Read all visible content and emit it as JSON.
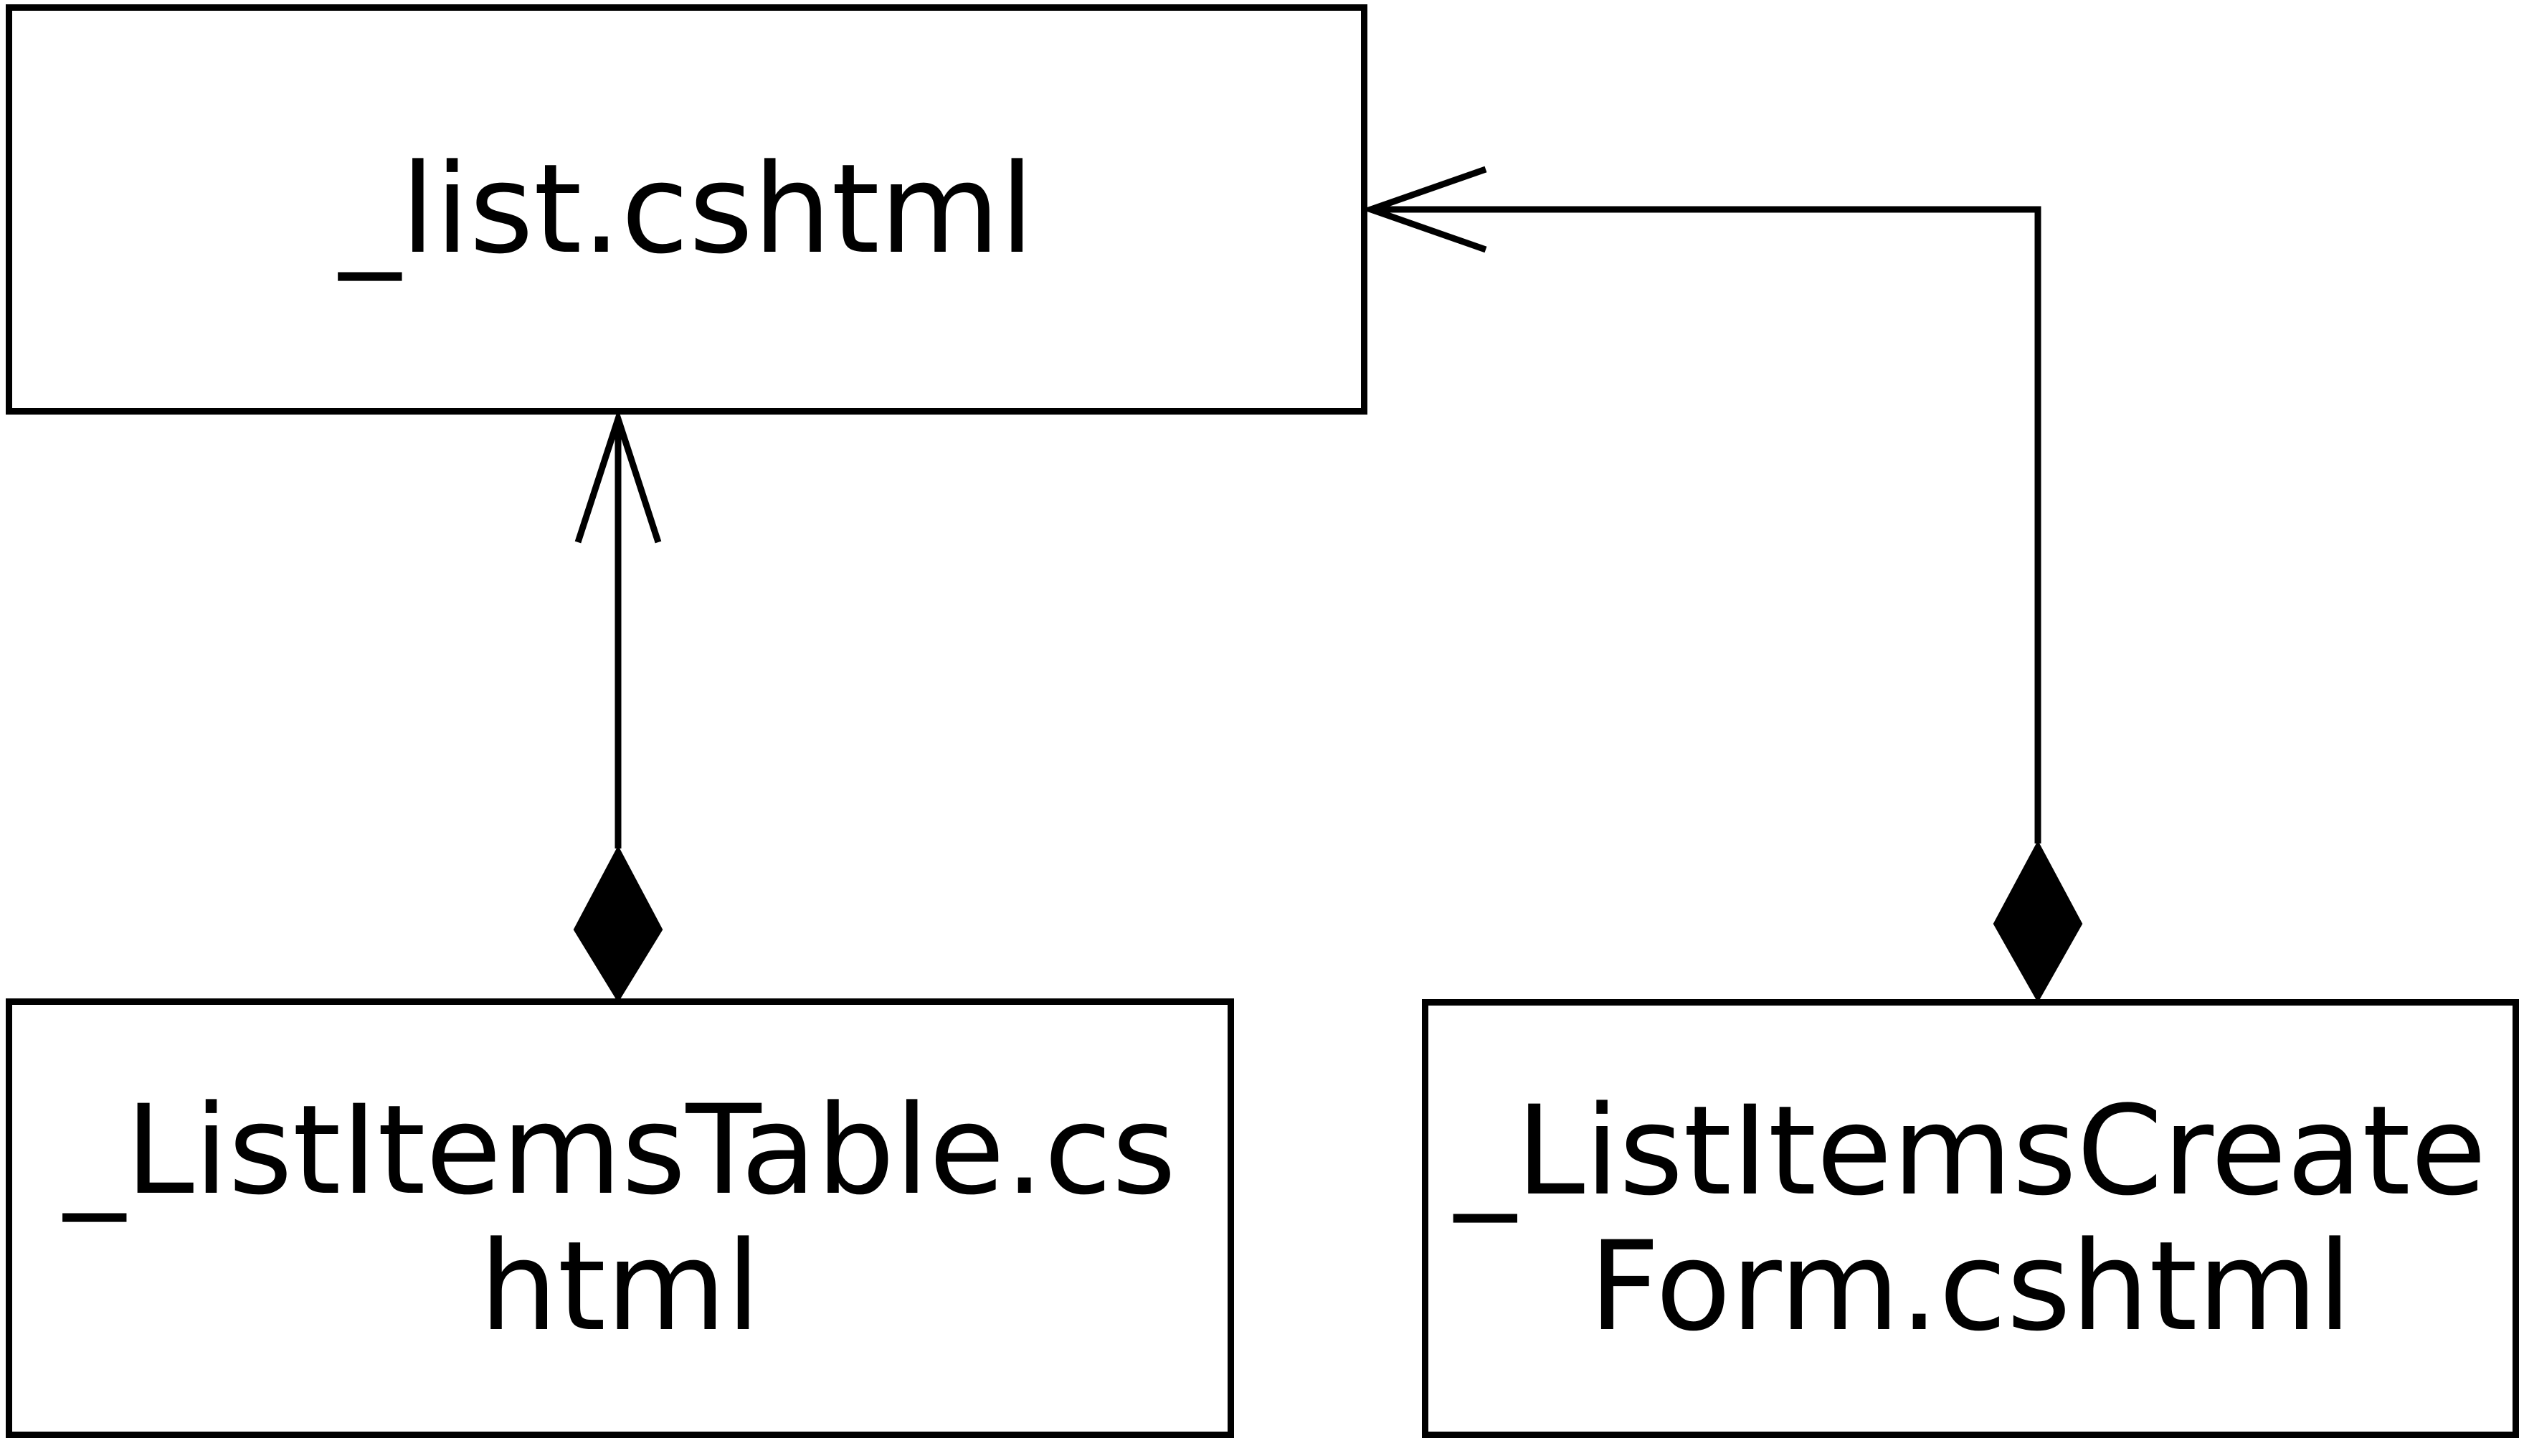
{
  "diagram": {
    "nodes": [
      {
        "id": "list",
        "lines": [
          "_list.cshtml"
        ]
      },
      {
        "id": "table",
        "lines": [
          "_ListItemsTable.cs",
          "html"
        ]
      },
      {
        "id": "form",
        "lines": [
          "_ListItemsCreate",
          "Form.cshtml"
        ]
      }
    ],
    "edges": [
      {
        "from": "table",
        "to": "list",
        "source_end": "filled-diamond",
        "target_end": "open-arrow"
      },
      {
        "from": "form",
        "to": "list",
        "source_end": "filled-diamond",
        "target_end": "open-arrow"
      }
    ],
    "colors": {
      "stroke": "#000000",
      "fill": "#ffffff",
      "text": "#000000"
    }
  }
}
